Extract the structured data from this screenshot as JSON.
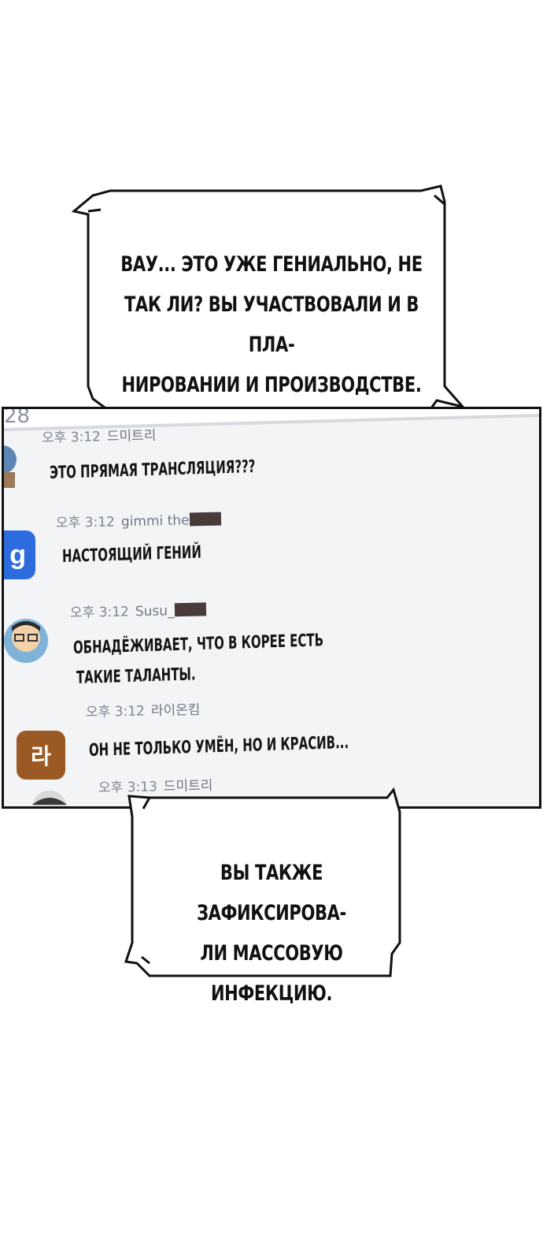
{
  "bubbles": [
    {
      "lines": [
        "Вау... это уже гениально, не",
        "так ли? Вы участвовали и в пла-",
        "нировании и производстве."
      ]
    },
    {
      "lines": [
        "Вы также зафиксирова-",
        "ли массовую инфекцию."
      ]
    }
  ],
  "chat": {
    "corner_number": "28",
    "messages": [
      {
        "time": "오후 3:12",
        "name": "드미트리",
        "lines": [
          "Это прямая трансляция???"
        ]
      },
      {
        "time": "오후 3:12",
        "name": "gimmi the",
        "lines": [
          "Настоящий гений"
        ],
        "avatar_letter": "g"
      },
      {
        "time": "오후 3:12",
        "name": "Susu_",
        "lines": [
          "Обнадёживает, что в Корее есть",
          "такие таланты."
        ]
      },
      {
        "time": "오후 3:12",
        "name": "라이온킴",
        "lines": [
          "Он не только умён, но и красив..."
        ],
        "avatar_letter": "라"
      },
      {
        "time": "오후 3:13",
        "name": "드미트리",
        "lines": []
      }
    ]
  },
  "colors": {
    "avatar_g": "#2d6cdf",
    "avatar_ra": "#9b5a24",
    "meta_text": "#7d8693",
    "redaction": "#4a3a3a"
  }
}
